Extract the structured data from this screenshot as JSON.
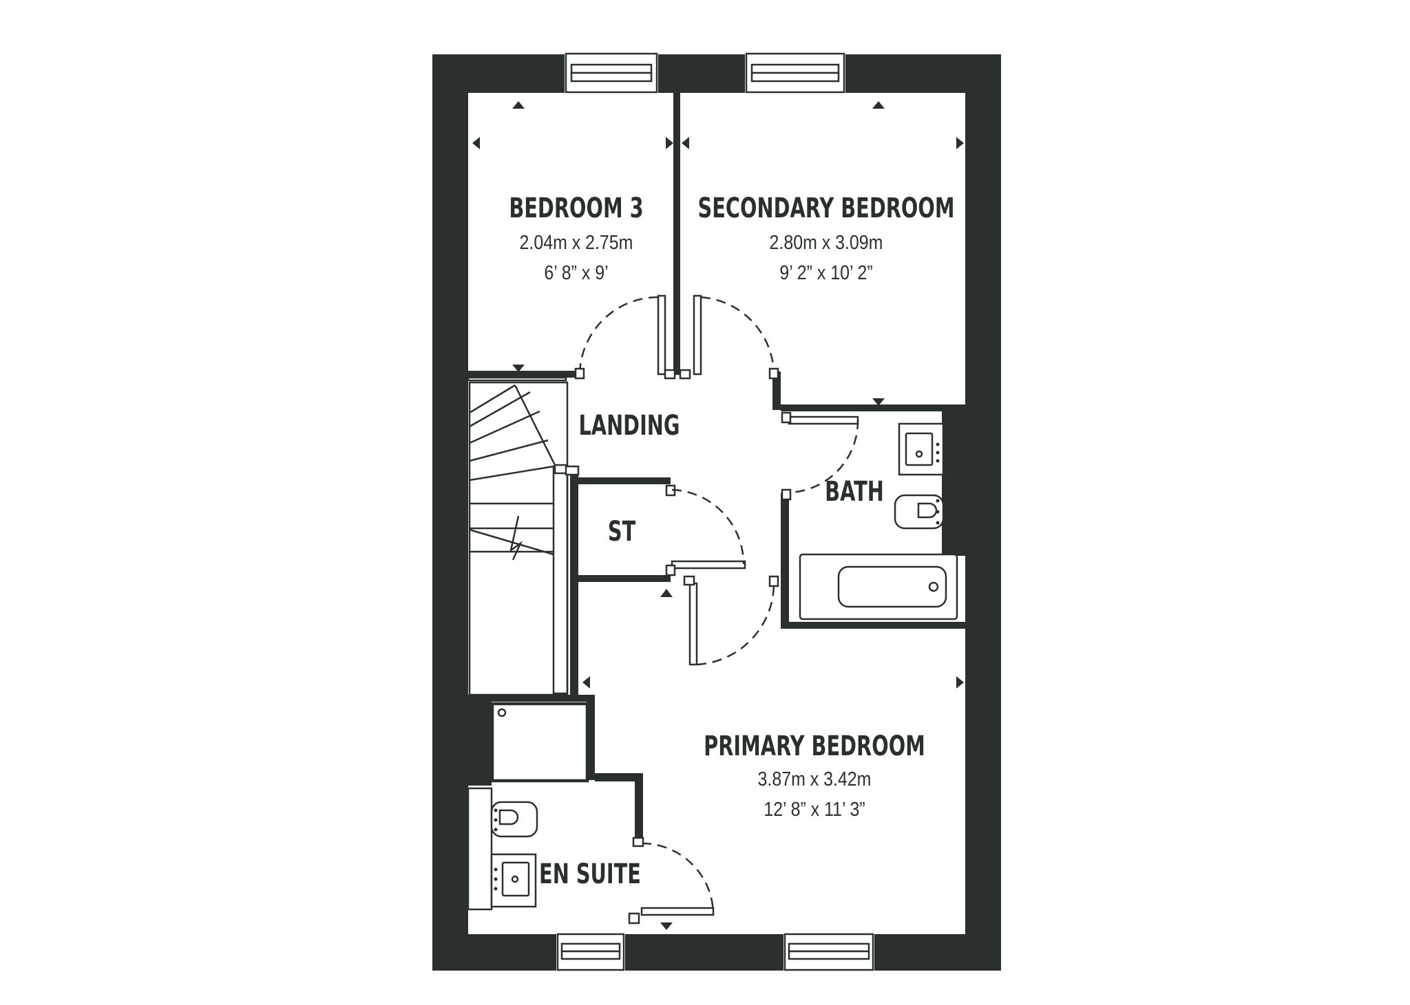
{
  "colors": {
    "wall": "#2a312c",
    "background": "#ffffff"
  },
  "rooms": {
    "bedroom3": {
      "name": "BEDROOM 3",
      "metric": "2.04m x 2.75m",
      "imperial": "6’ 8” x 9’"
    },
    "secondary_bedroom": {
      "name": "SECONDARY BEDROOM",
      "metric": "2.80m x 3.09m",
      "imperial": "9’ 2” x 10’ 2”"
    },
    "landing": {
      "name": "LANDING"
    },
    "bath": {
      "name": "BATH"
    },
    "store": {
      "name": "ST"
    },
    "primary_bedroom": {
      "name": "PRIMARY BEDROOM",
      "metric": "3.87m x 3.42m",
      "imperial": "12’ 8” x 11’ 3”"
    },
    "en_suite": {
      "name": "EN SUITE"
    }
  }
}
